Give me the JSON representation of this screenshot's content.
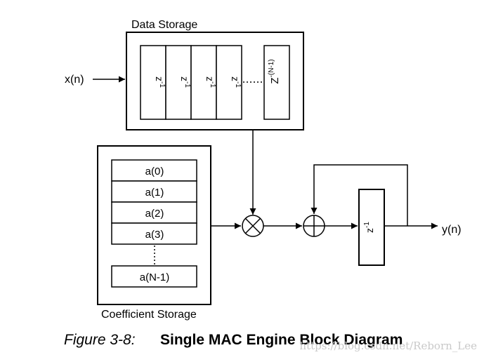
{
  "data_storage": {
    "title": "Data Storage",
    "registers": [
      "z-1",
      "z-1",
      "z-1",
      "z-1"
    ],
    "last_register": "Z-(N-1)",
    "register_base": "z",
    "register_exp": "-1",
    "last_base": "Z",
    "last_exp": "-(N-1)"
  },
  "input_label": "x(n)",
  "coefficient_storage": {
    "title": "Coefficient Storage",
    "entries": [
      "a(0)",
      "a(1)",
      "a(2)",
      "a(3)"
    ],
    "last_entry": "a(N-1)"
  },
  "accumulator_delay": {
    "base": "z",
    "exp": "-1"
  },
  "output_label": "y(n)",
  "caption": {
    "figure": "Figure 3-8:",
    "title": "Single MAC Engine Block Diagram"
  },
  "watermark": "https://blog.csdn.net/Reborn_Lee"
}
